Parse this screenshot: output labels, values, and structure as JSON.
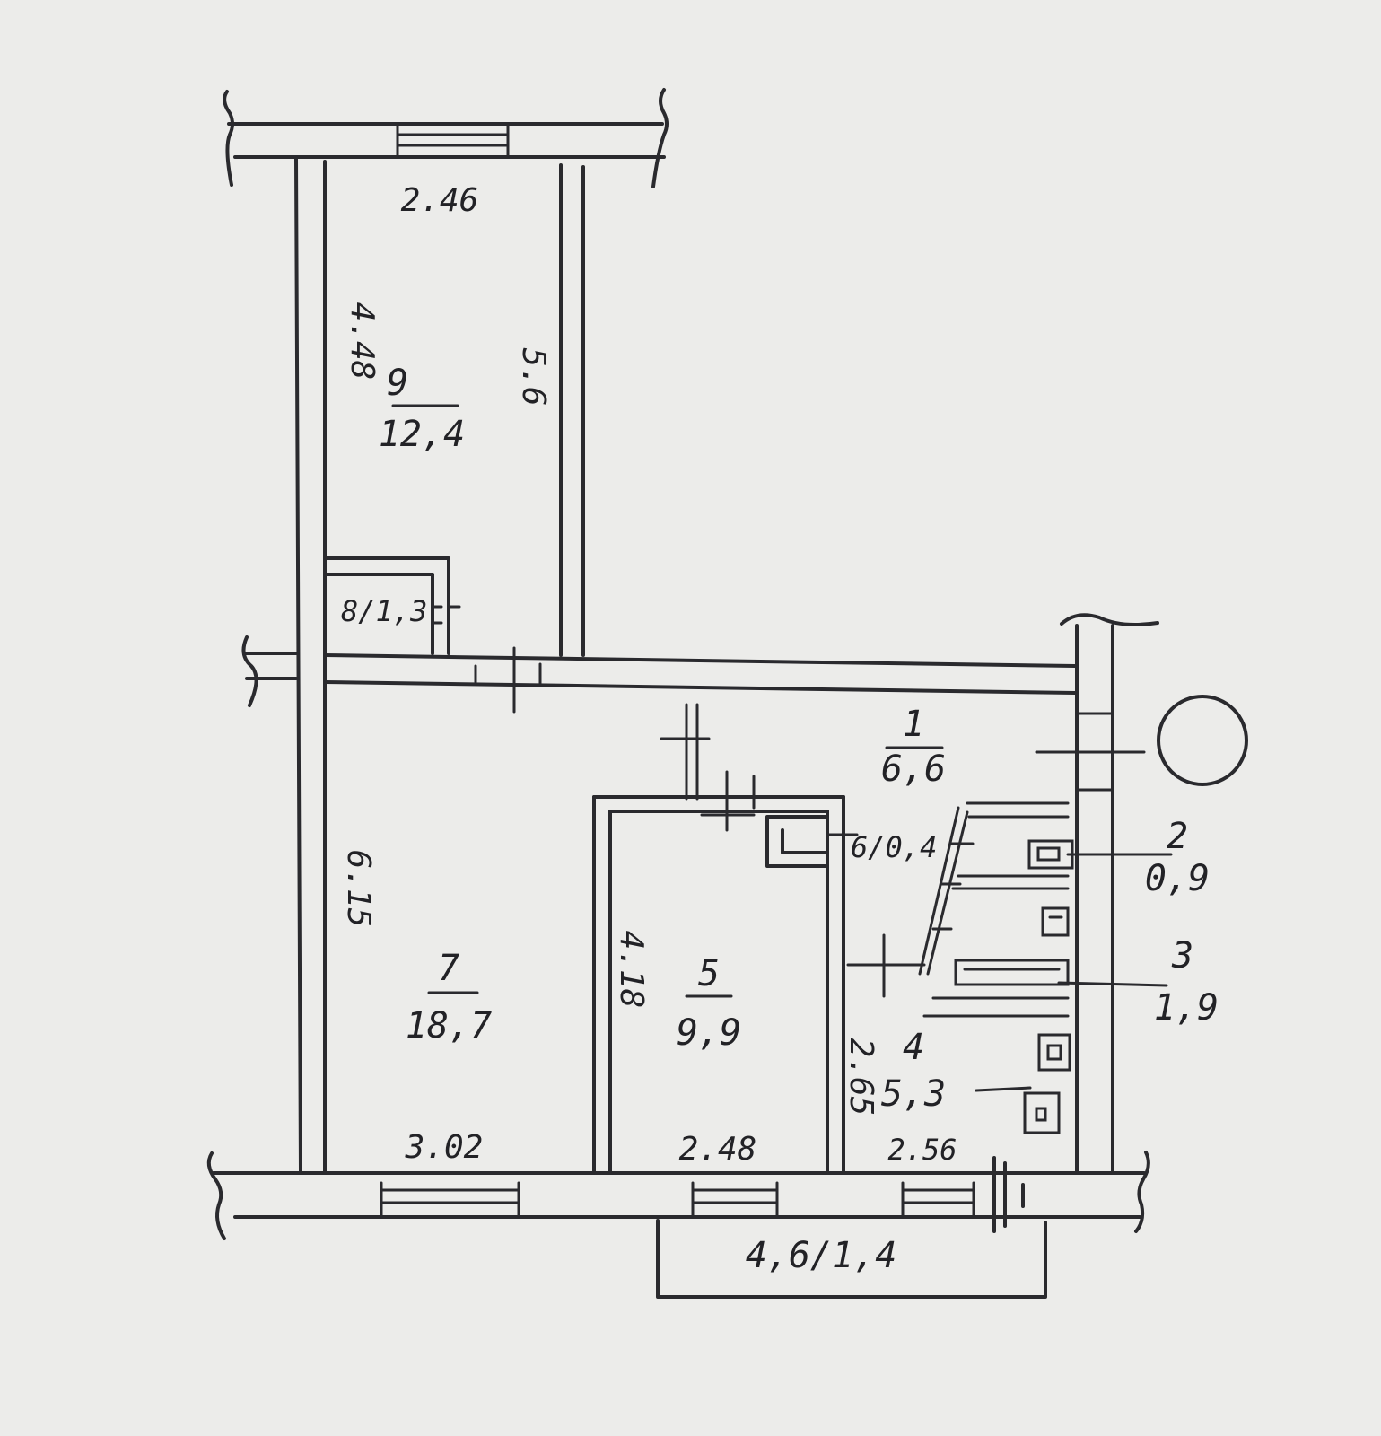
{
  "rooms": {
    "r1": {
      "number": "1",
      "area": "6,6"
    },
    "r2": {
      "number": "2",
      "area": "0,9"
    },
    "r3": {
      "number": "3",
      "area": "1,9"
    },
    "r4": {
      "number": "4",
      "area": "5,3"
    },
    "r5": {
      "number": "5",
      "area": "9,9"
    },
    "r6": {
      "label": "6/0,4"
    },
    "r7": {
      "number": "7",
      "area": "18,7"
    },
    "r8": {
      "label": "8/1,3"
    },
    "r9": {
      "number": "9",
      "area": "12,4"
    }
  },
  "dimensions": {
    "top_width": "2.46",
    "room9_left": "4.48",
    "room9_right": "5.6",
    "room7_left": "6.15",
    "room5_left": "4.18",
    "room4_side": "2.65",
    "bottom_left": "3.02",
    "bottom_mid": "2.48",
    "bottom_right": "2.56"
  },
  "balcony": {
    "label": "4,6/1,4"
  }
}
